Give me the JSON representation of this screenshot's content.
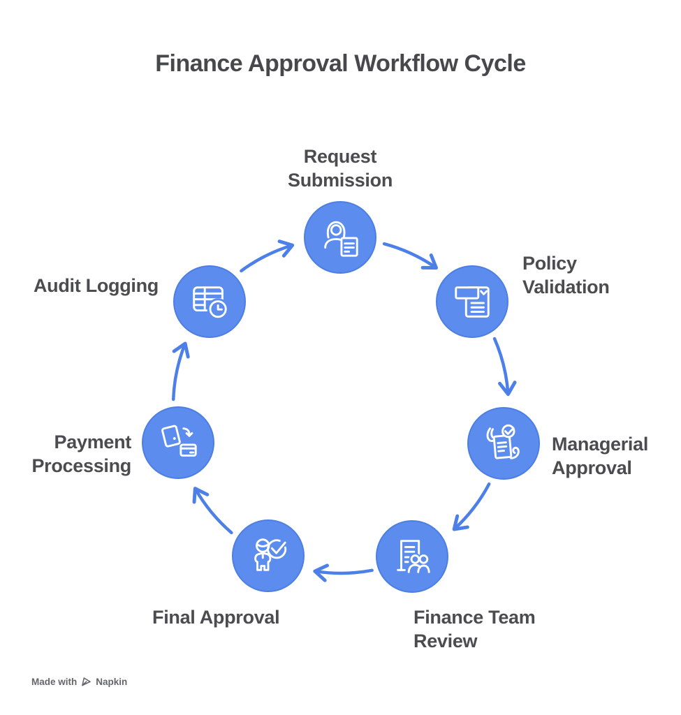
{
  "title": "Finance Approval Workflow Cycle",
  "steps": [
    {
      "label": "Request\nSubmission",
      "icon": "person-document-icon"
    },
    {
      "label": "Policy\nValidation",
      "icon": "document-checklist-check-icon"
    },
    {
      "label": "Managerial\nApproval",
      "icon": "hands-document-check-icon"
    },
    {
      "label": "Finance Team\nReview",
      "icon": "document-people-icon"
    },
    {
      "label": "Final Approval",
      "icon": "person-check-icon"
    },
    {
      "label": "Payment\nProcessing",
      "icon": "wallet-card-transfer-icon"
    },
    {
      "label": "Audit Logging",
      "icon": "table-clock-icon"
    }
  ],
  "colors": {
    "node_fill": "#5b8cee",
    "node_border": "#4d7fe2",
    "arrow": "#4c80e8",
    "title_text": "#46484c",
    "label_text": "#4a4c50",
    "watermark_text": "#63666b"
  },
  "watermark": {
    "text_prefix": "Made with",
    "brand": "Napkin"
  }
}
